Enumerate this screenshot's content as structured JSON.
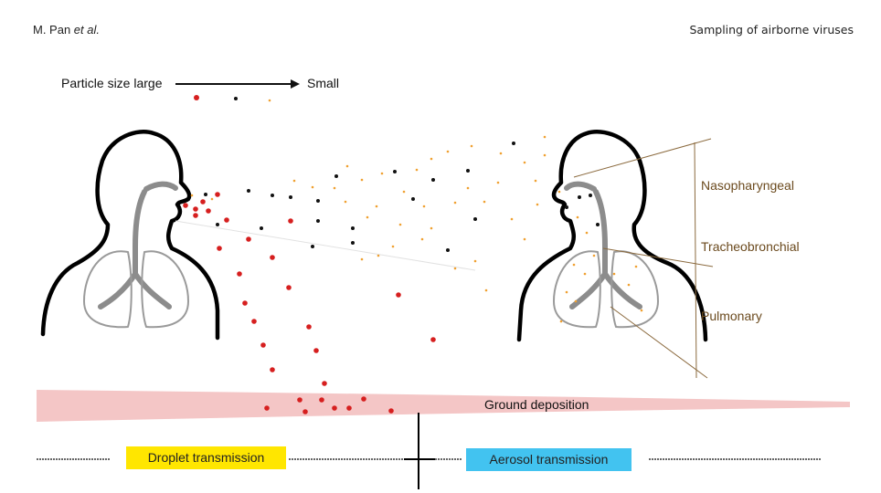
{
  "header": {
    "author": "M. Pan ",
    "author_italic": "et al.",
    "section": "Sampling of airborne viruses"
  },
  "scale": {
    "left": "Particle size large",
    "right": "Small"
  },
  "regions": {
    "nasopharyngeal": "Nasopharyngeal",
    "tracheobronchial": "Tracheobronchial",
    "pulmonary": "Pulmonary"
  },
  "ground": "Ground deposition",
  "transmission": {
    "droplet": "Droplet transmission",
    "aerosol": "Aerosol transmission"
  },
  "colors": {
    "large_particle": "#d61f1f",
    "medium_particle": "#111111",
    "small_particle": "#f0a030",
    "ground_band": "#f4c6c6",
    "droplet_label_bg": "#ffe600",
    "aerosol_label_bg": "#42c3f0",
    "region_line": "#8b6a3e"
  }
}
